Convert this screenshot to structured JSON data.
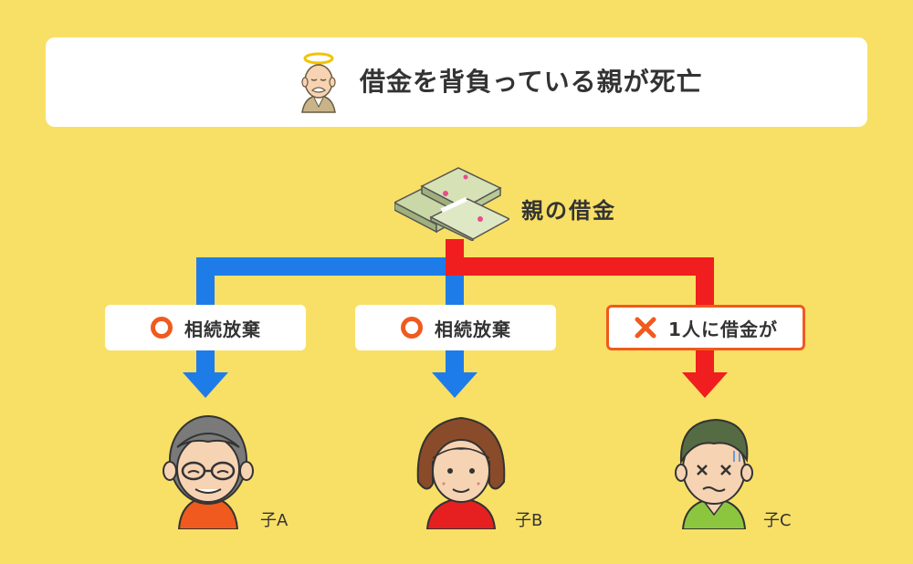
{
  "title": "借金を背負っている親が死亡",
  "debt_label": "親の借金",
  "branches": [
    {
      "text": "相続放棄",
      "mark": "circle-icon"
    },
    {
      "text": "相続放棄",
      "mark": "circle-icon"
    },
    {
      "text": "1人に借金が",
      "mark": "cross-icon"
    }
  ],
  "children": [
    {
      "label": "子A"
    },
    {
      "label": "子B"
    },
    {
      "label": "子C"
    }
  ],
  "colors": {
    "background": "#f8e066",
    "blue_arrow": "#1e7ce8",
    "red_arrow": "#f01e1e",
    "accent_orange": "#f05a1e"
  }
}
